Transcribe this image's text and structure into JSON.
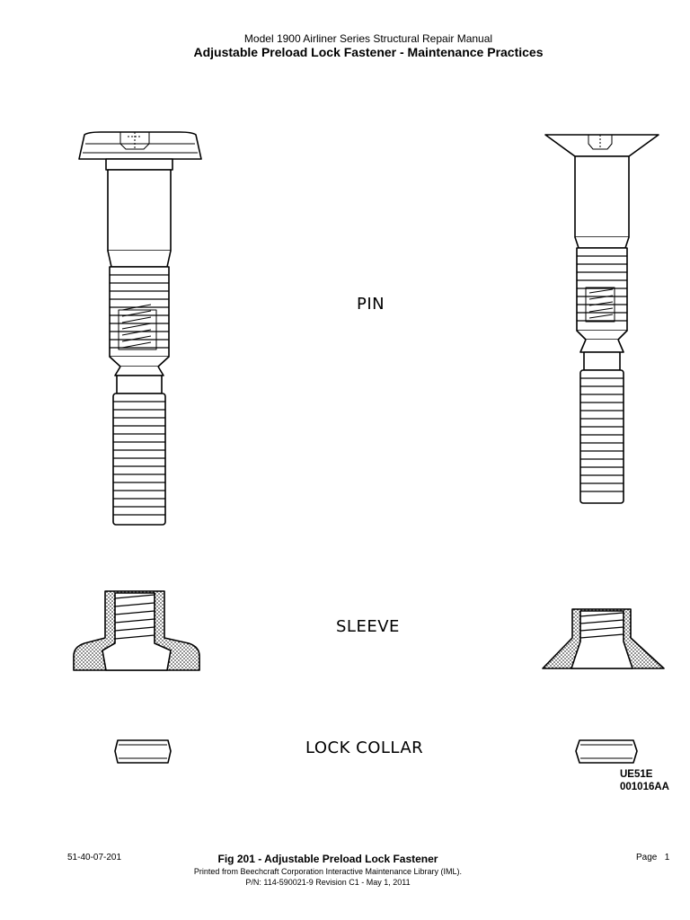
{
  "header": {
    "manual_title": "Model 1900 Airliner Series Structural Repair Manual",
    "section_title": "Adjustable Preload Lock Fastener - Maintenance Practices"
  },
  "labels": {
    "pin": "PIN",
    "sleeve": "SLEEVE",
    "lock_collar": "LOCK COLLAR"
  },
  "figure_codes": {
    "line1": "UE51E",
    "line2": "001016AA"
  },
  "footer": {
    "doc_ref": "51-40-07-201",
    "fig_title": "Fig 201 - Adjustable Preload Lock Fastener",
    "printed_from": "Printed from Beechcraft Corporation Interactive Maintenance Library (IML).",
    "part_number": "P/N: 114-590021-9 Revision C1 - May 1, 2011",
    "page_label": "Page",
    "page_number": "1"
  }
}
